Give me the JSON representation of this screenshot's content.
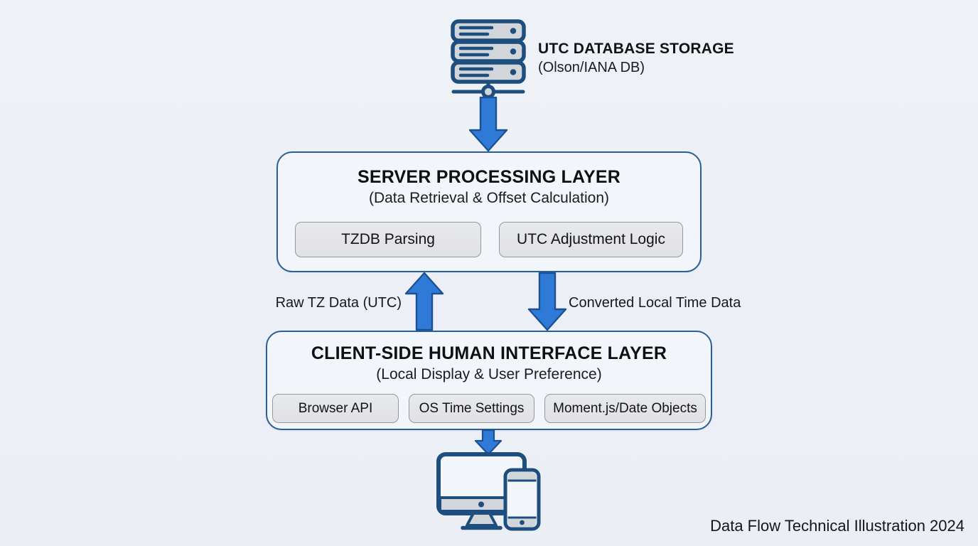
{
  "database": {
    "title": "UTC DATABASE STORAGE",
    "subtitle": "(Olson/IANA DB)",
    "icon": "server-stack-icon"
  },
  "server_layer": {
    "title": "SERVER PROCESSING LAYER",
    "subtitle": "(Data Retrieval & Offset Calculation)",
    "components": [
      "TZDB Parsing",
      "UTC Adjustment Logic"
    ]
  },
  "flows": {
    "db_to_server": "down-arrow",
    "up_label": "Raw TZ Data (UTC)",
    "down_label": "Converted Local Time Data",
    "client_to_devices": "down-arrow"
  },
  "client_layer": {
    "title": "CLIENT-SIDE HUMAN INTERFACE LAYER",
    "subtitle": "(Local Display & User Preference)",
    "components": [
      "Browser API",
      "OS Time Settings",
      "Moment.js/Date Objects"
    ]
  },
  "devices": {
    "icon": "desktop-and-mobile-icon"
  },
  "footer": {
    "caption": "Data Flow Technical Illustration 2024"
  },
  "colors": {
    "background": "#edf1f6",
    "box_fill": "#f2f6fa",
    "box_border": "#2a6099",
    "chip_fill": "#e4e5e7",
    "chip_border": "#96989c",
    "arrow_fill": "#2f7ad6",
    "arrow_stroke": "#1b5193",
    "icon_stroke": "#1d4e7e",
    "icon_gray": "#d2d6da",
    "text": "#131417"
  }
}
